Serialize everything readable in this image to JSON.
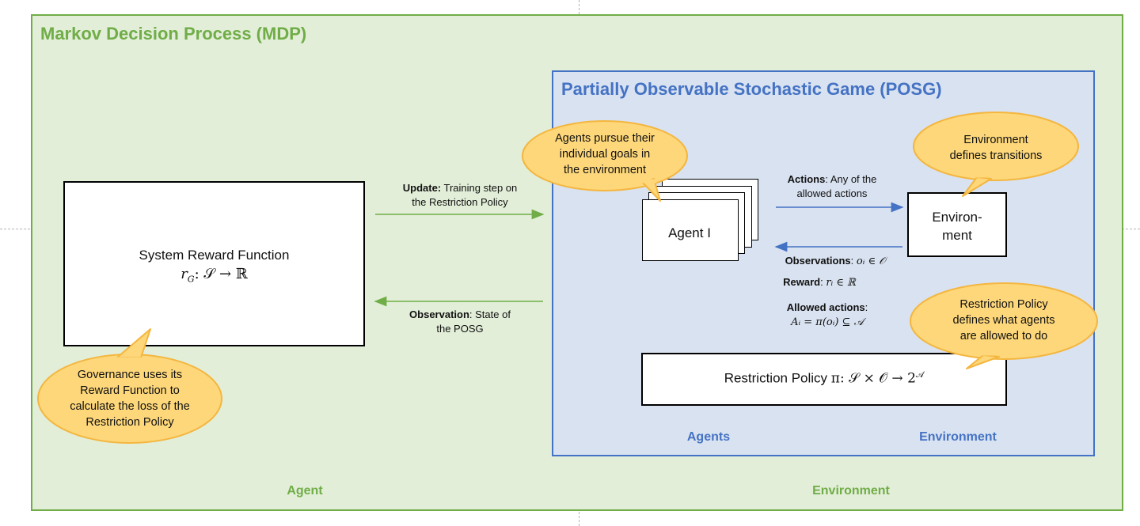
{
  "mdp": {
    "title": "Markov Decision Process (MDP)",
    "label_agent": "Agent",
    "label_environment": "Environment"
  },
  "posg": {
    "title": "Partially Observable Stochastic Game (POSG)",
    "label_agents": "Agents",
    "label_environment": "Environment"
  },
  "reward_box": {
    "title": "System Reward Function",
    "formula_main": "r",
    "formula_sub": "G",
    "formula_rest": ": 𝒮 → ℝ"
  },
  "agent_box": {
    "label": "Agent I"
  },
  "environment_box": {
    "line1": "Environ-",
    "line2": "ment"
  },
  "policy_box": {
    "label": "Restriction Policy ",
    "formula": "π: 𝒮 × 𝒪 → 2",
    "formula_sup": "𝒜"
  },
  "arrows": {
    "update": {
      "bold": "Update:",
      "text1": " Training step on",
      "text2": "the Restriction Policy"
    },
    "observation": {
      "bold": "Observation",
      "text1": ": State of",
      "text2": "the POSG"
    },
    "actions": {
      "bold": "Actions",
      "text1": ": Any of the",
      "text2": "allowed actions"
    },
    "observations": {
      "bold": "Observations",
      "text1": ": ",
      "formula": "oᵢ ∈ 𝒪"
    },
    "reward": {
      "bold": "Reward",
      "text1": ": ",
      "formula": "rᵢ ∈ ℝ"
    },
    "allowed": {
      "bold": "Allowed actions",
      "text1": ":",
      "formula": "Aᵢ = π(oᵢ) ⊆ 𝒜"
    }
  },
  "bubbles": {
    "agents": {
      "line1": "Agents pursue their",
      "line2": "individual goals in",
      "line3": "the environment"
    },
    "environment": {
      "line1": "Environment",
      "line2": "defines transitions"
    },
    "restriction": {
      "line1": "Restriction Policy",
      "line2": "defines what agents",
      "line3": "are allowed to do"
    },
    "governance": {
      "line1": "Governance uses its",
      "line2": "Reward Function to",
      "line3": "calculate the loss of the",
      "line4": "Restriction Policy"
    }
  },
  "colors": {
    "mdp_fill": "#e2eed8",
    "mdp_border": "#70ad47",
    "posg_fill": "#d9e2f0",
    "posg_border": "#4472c4",
    "bubble_fill": "#fdd77a",
    "bubble_border": "#f4b63f"
  }
}
